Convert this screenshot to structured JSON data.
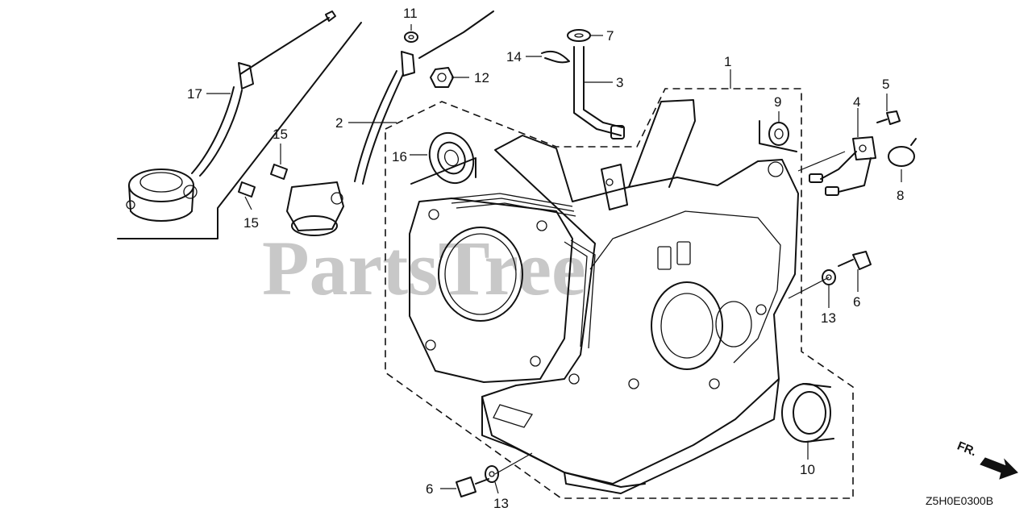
{
  "watermark": "PartsTree",
  "diagram_code": "Z5H0E0300B",
  "front_label": "FR.",
  "callouts": {
    "c1": "1",
    "c2": "2",
    "c3": "3",
    "c4": "4",
    "c5": "5",
    "c6a": "6",
    "c6b": "6",
    "c7": "7",
    "c8": "8",
    "c9": "9",
    "c10": "10",
    "c11": "11",
    "c12": "12",
    "c13a": "13",
    "c13b": "13",
    "c14": "14",
    "c15a": "15",
    "c15b": "15",
    "c16": "16",
    "c17": "17"
  }
}
